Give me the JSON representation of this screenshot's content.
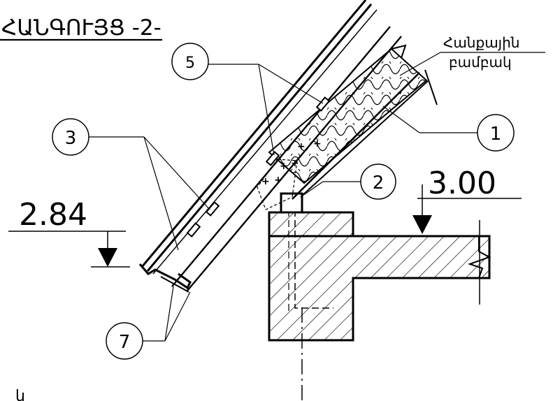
{
  "title": "ՀԱՆԳՈՒՅՑ -2-",
  "material_label": {
    "line1": "Հանքային",
    "line2": "բամբակ"
  },
  "levels": {
    "left": "2.84",
    "right": "3.00"
  },
  "markers": [
    "1",
    "2",
    "3",
    "5",
    "7"
  ],
  "bottom_text": "կ",
  "colors": {
    "ink": "#000000",
    "background": "#ffffff"
  }
}
